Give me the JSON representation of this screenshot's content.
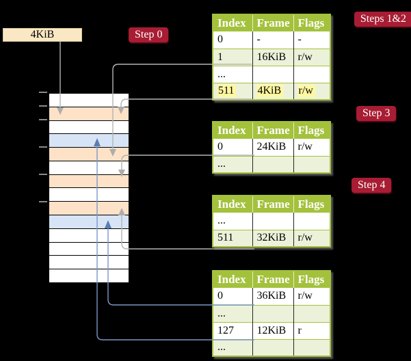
{
  "labels": {
    "frame_box": "4KiB",
    "step0": "Step 0",
    "steps12": "Steps 1&2",
    "step3": "Step 3",
    "step4": "Step 4"
  },
  "tables": [
    {
      "name": "page-table-steps12",
      "headers": [
        "Index",
        "Frame",
        "Flags"
      ],
      "rows": [
        {
          "cells": [
            "0",
            "-",
            "-"
          ],
          "highlighted": false
        },
        {
          "cells": [
            "1",
            "16KiB",
            "r/w"
          ],
          "highlighted": false
        },
        {
          "cells": [
            "...",
            "",
            ""
          ],
          "highlighted": false
        },
        {
          "cells": [
            "511",
            "4KiB",
            "r/w"
          ],
          "highlighted": true
        }
      ]
    },
    {
      "name": "page-table-step3",
      "headers": [
        "Index",
        "Frame",
        "Flags"
      ],
      "rows": [
        {
          "cells": [
            "0",
            "24KiB",
            "r/w"
          ],
          "highlighted": false
        },
        {
          "cells": [
            "...",
            "",
            ""
          ],
          "highlighted": false
        }
      ]
    },
    {
      "name": "page-table-step4",
      "headers": [
        "Index",
        "Frame",
        "Flags"
      ],
      "rows": [
        {
          "cells": [
            "...",
            "",
            ""
          ],
          "highlighted": false
        },
        {
          "cells": [
            "511",
            "32KiB",
            "r/w"
          ],
          "highlighted": false
        }
      ]
    },
    {
      "name": "page-table-final",
      "headers": [
        "Index",
        "Frame",
        "Flags"
      ],
      "rows": [
        {
          "cells": [
            "0",
            "36KiB",
            "r/w"
          ],
          "highlighted": false
        },
        {
          "cells": [
            "...",
            "",
            ""
          ],
          "highlighted": false
        },
        {
          "cells": [
            "127",
            "12KiB",
            "r"
          ],
          "highlighted": false
        },
        {
          "cells": [
            "...",
            "",
            ""
          ],
          "highlighted": false
        }
      ]
    }
  ],
  "memory_column": {
    "row_colors": [
      "white",
      "peach",
      "white",
      "blue",
      "peach",
      "white",
      "peach",
      "white",
      "peach",
      "blue",
      "white",
      "white",
      "white",
      "white"
    ]
  },
  "connections": [
    {
      "from": "4KiB-box",
      "to": "memory-row-2-peach",
      "color": "gray"
    },
    {
      "from": "steps12-entry-1",
      "to": "memory-row-5-peach",
      "color": "gray"
    },
    {
      "from": "steps12-entry-511",
      "to": "memory-row-2-peach",
      "color": "gray"
    },
    {
      "from": "step3-entry-0",
      "to": "memory-row-7-peach",
      "color": "gray"
    },
    {
      "from": "step4-entry-511",
      "to": "memory-row-9-peach",
      "color": "gray"
    },
    {
      "from": "final-entry-0",
      "to": "memory-row-10-blue",
      "color": "blue"
    },
    {
      "from": "final-entry-127",
      "to": "memory-row-4-blue",
      "color": "blue"
    }
  ],
  "colors": {
    "background": "#000000",
    "table_header_green": "#a4c13c",
    "table_row_green": "#ecf2da",
    "memory_peach": "#fde2c7",
    "memory_blue": "#d6e4f5",
    "label_crimson": "#a81d33",
    "frame_box_cream": "#fae8c5",
    "highlight_yellow": "#fff8a0",
    "gray_connector": "#b4b4b4",
    "blue_connector": "#7b97c8"
  }
}
